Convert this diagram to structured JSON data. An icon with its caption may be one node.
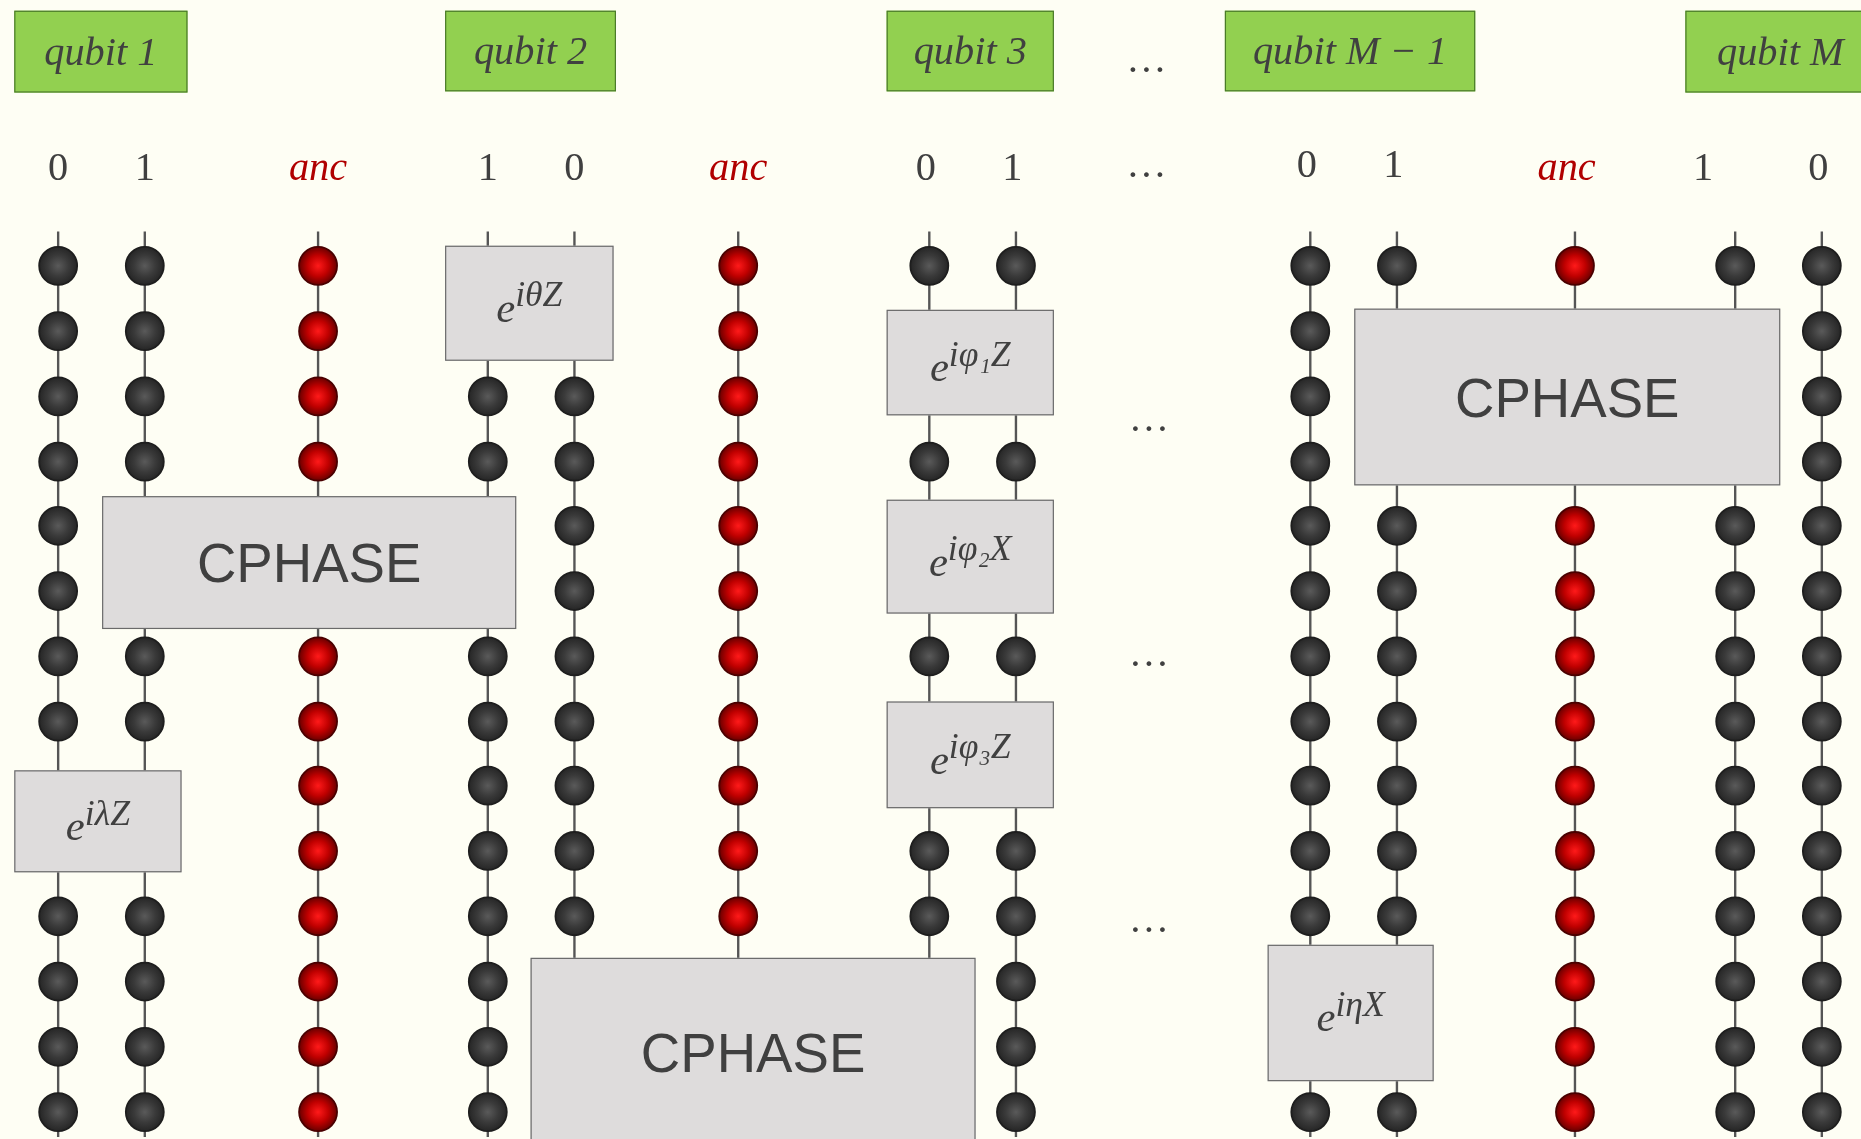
{
  "diagram": {
    "nodes": [
      {
        "text": [
          "qubit 1"
        ]
      },
      {
        "text": [
          "qubit 2"
        ]
      },
      {
        "text": [
          "qubit 3"
        ]
      },
      {
        "text": [
          "qubit M − 1"
        ]
      },
      {
        "text": [
          "qubit M"
        ]
      },
      {
        "text": [
          "e$^{iθZ}$"
        ]
      },
      {
        "text": [
          "e$^{iφ₁Z}$"
        ]
      },
      {
        "text": [
          "CPHASE"
        ]
      },
      {
        "text": [
          "CPHASE"
        ]
      },
      {
        "text": [
          "e$^{iφ₂X}$"
        ]
      },
      {
        "text": [
          "e$^{iφ₃Z}$"
        ]
      },
      {
        "text": [
          "e$^{iλZ}$"
        ]
      },
      {
        "text": [
          "e$^{iηX}$"
        ]
      },
      {
        "text": [
          "CPHASE"
        ]
      }
    ],
    "labels": [
      "…",
      "0",
      "1",
      "anc",
      "1",
      "0",
      "anc",
      "0",
      "1",
      "…",
      "0",
      "1",
      "anc",
      "1",
      "0",
      "…",
      "…",
      "…"
    ]
  }
}
